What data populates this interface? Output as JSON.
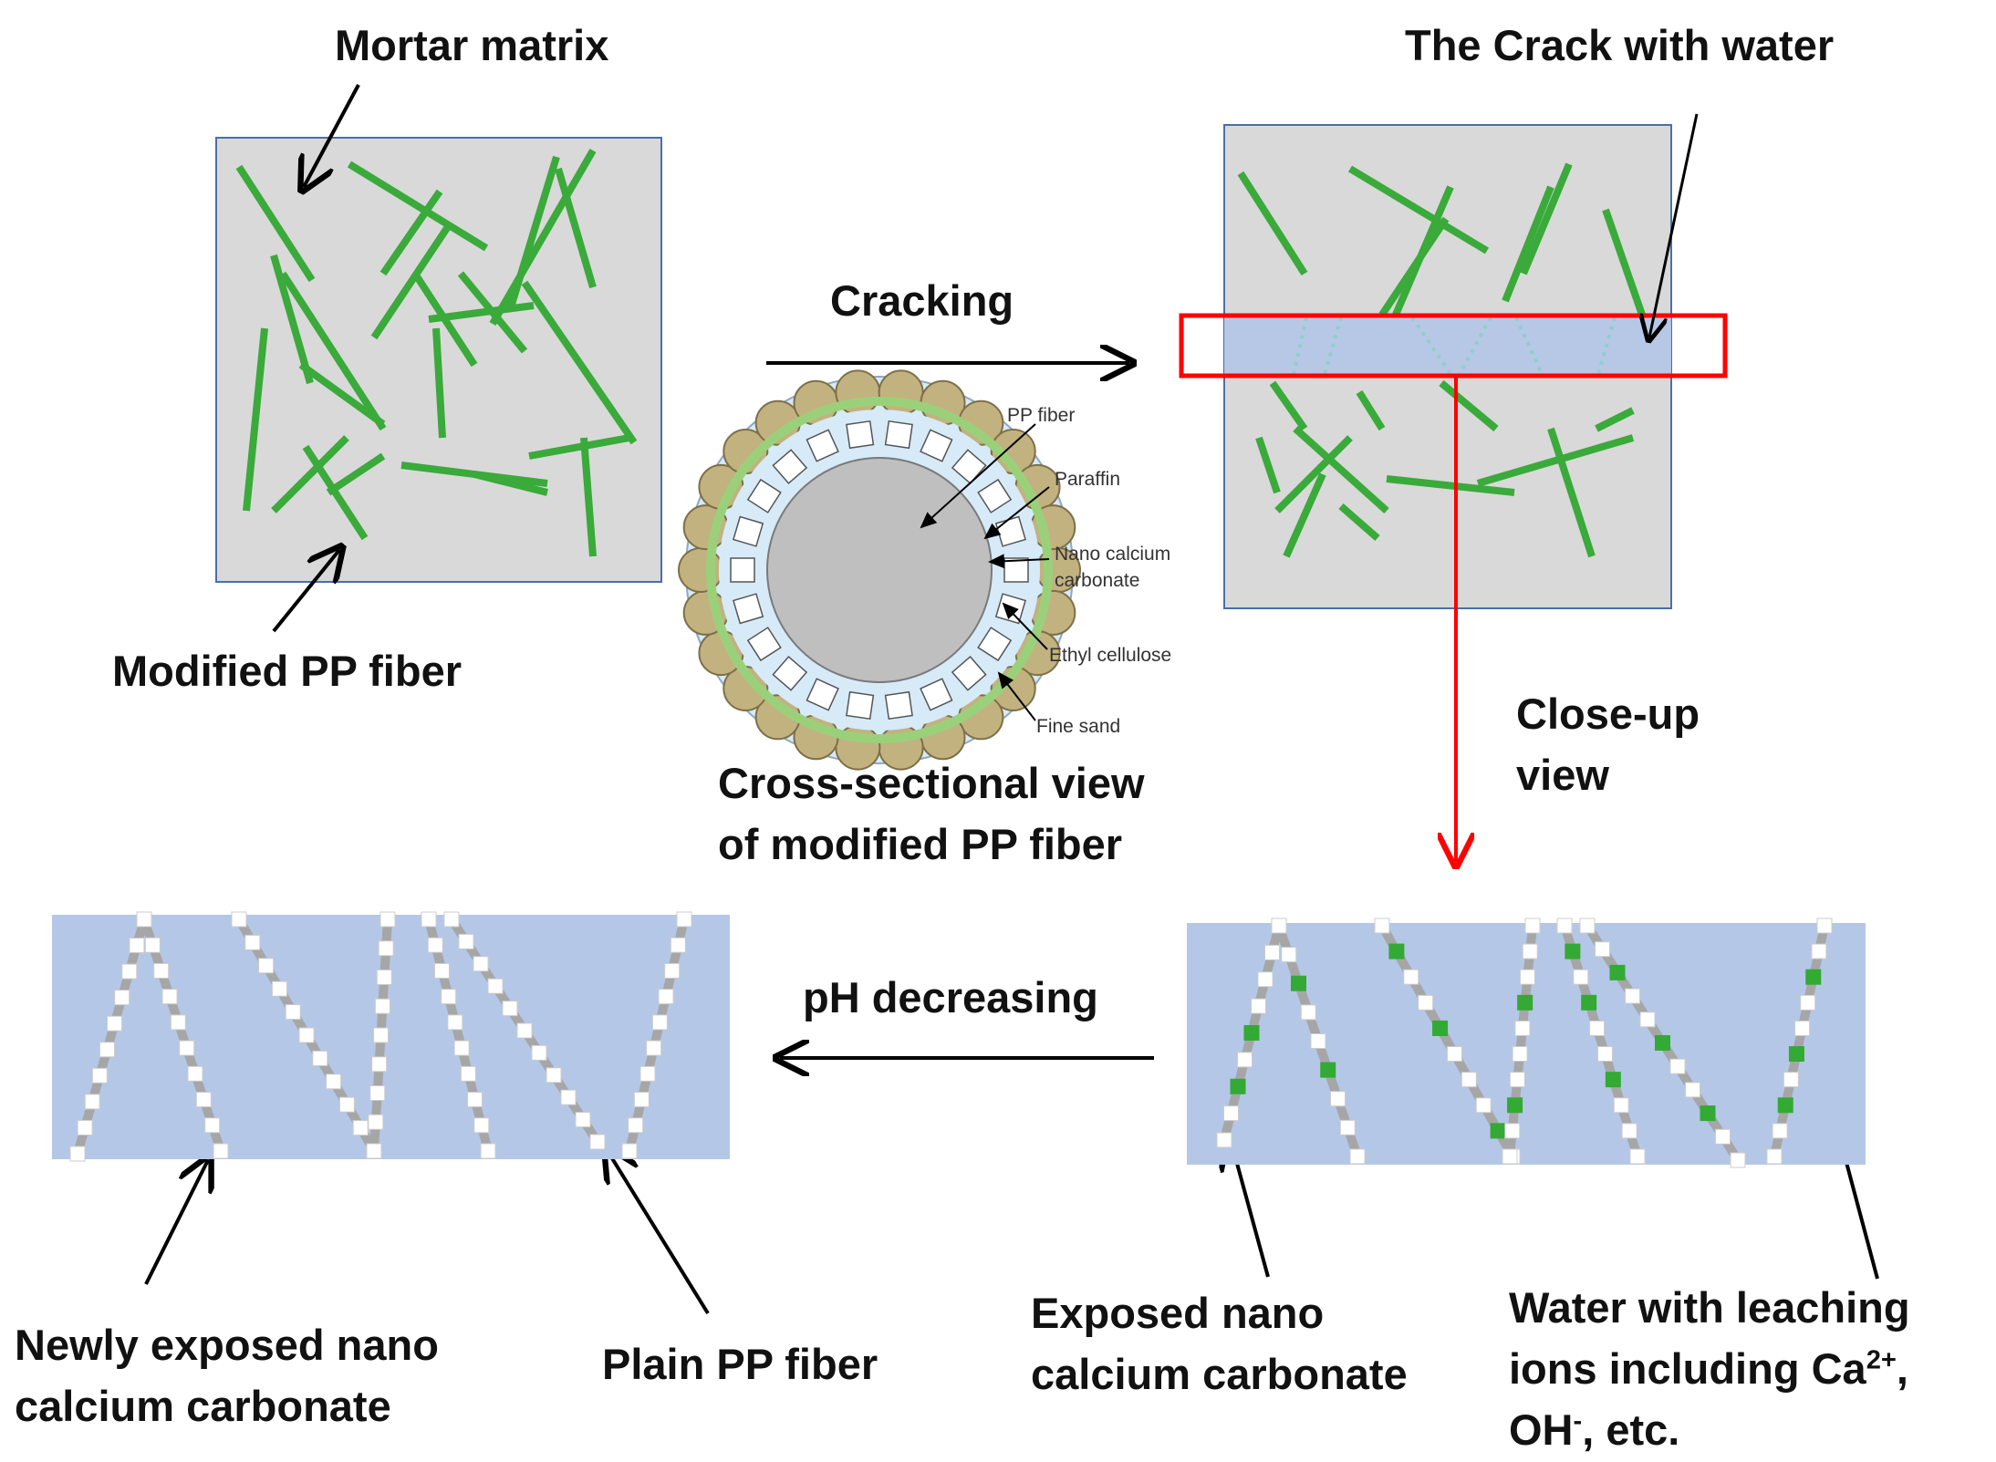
{
  "labels": {
    "mortar_matrix": "Mortar matrix",
    "modified_pp_fiber": "Modified PP fiber",
    "cracking": "Cracking",
    "crack_with_water": "The Crack with water",
    "close_up_view_line1": "Close-up",
    "close_up_view_line2": "view",
    "cross_section_line1": "Cross-sectional view",
    "cross_section_line2": "of modified PP fiber",
    "ph_decreasing": "pH decreasing",
    "newly_exposed_line1": "Newly exposed nano",
    "newly_exposed_line2": "calcium carbonate",
    "plain_pp_fiber": "Plain PP fiber",
    "exposed_nano_line1": "Exposed nano",
    "exposed_nano_line2": "calcium carbonate",
    "water_line1": "Water with leaching",
    "water_line2_prefix": "ions including Ca",
    "water_line2_sup": "2+",
    "water_line2_suffix": ",",
    "water_line3_prefix": "OH",
    "water_line3_sup": "-",
    "water_line3_suffix": ", etc."
  },
  "cross_section_labels": {
    "pp_fiber": "PP fiber",
    "paraffin": "Paraffin",
    "nano_calcium_line1": "Nano calcium",
    "nano_calcium_line2": "carbonate",
    "ethyl_cellulose": "Ethyl cellulose",
    "fine_sand": "Fine sand"
  },
  "colors": {
    "mortar": "#d9d9d9",
    "box_border": "#4a6fa8",
    "fiber_green": "#3aaa3a",
    "crack_water": "#b4c7e7",
    "crack_outline_red": "#ff0000",
    "plain_fiber_gray": "#a6a6a6",
    "nano_white": "#ffffff",
    "leached_green": "#33aa33",
    "sand_tan": "#c2b280",
    "paraffin_blue": "#d6eaf8",
    "pp_core_gray": "#bfbfbf"
  }
}
